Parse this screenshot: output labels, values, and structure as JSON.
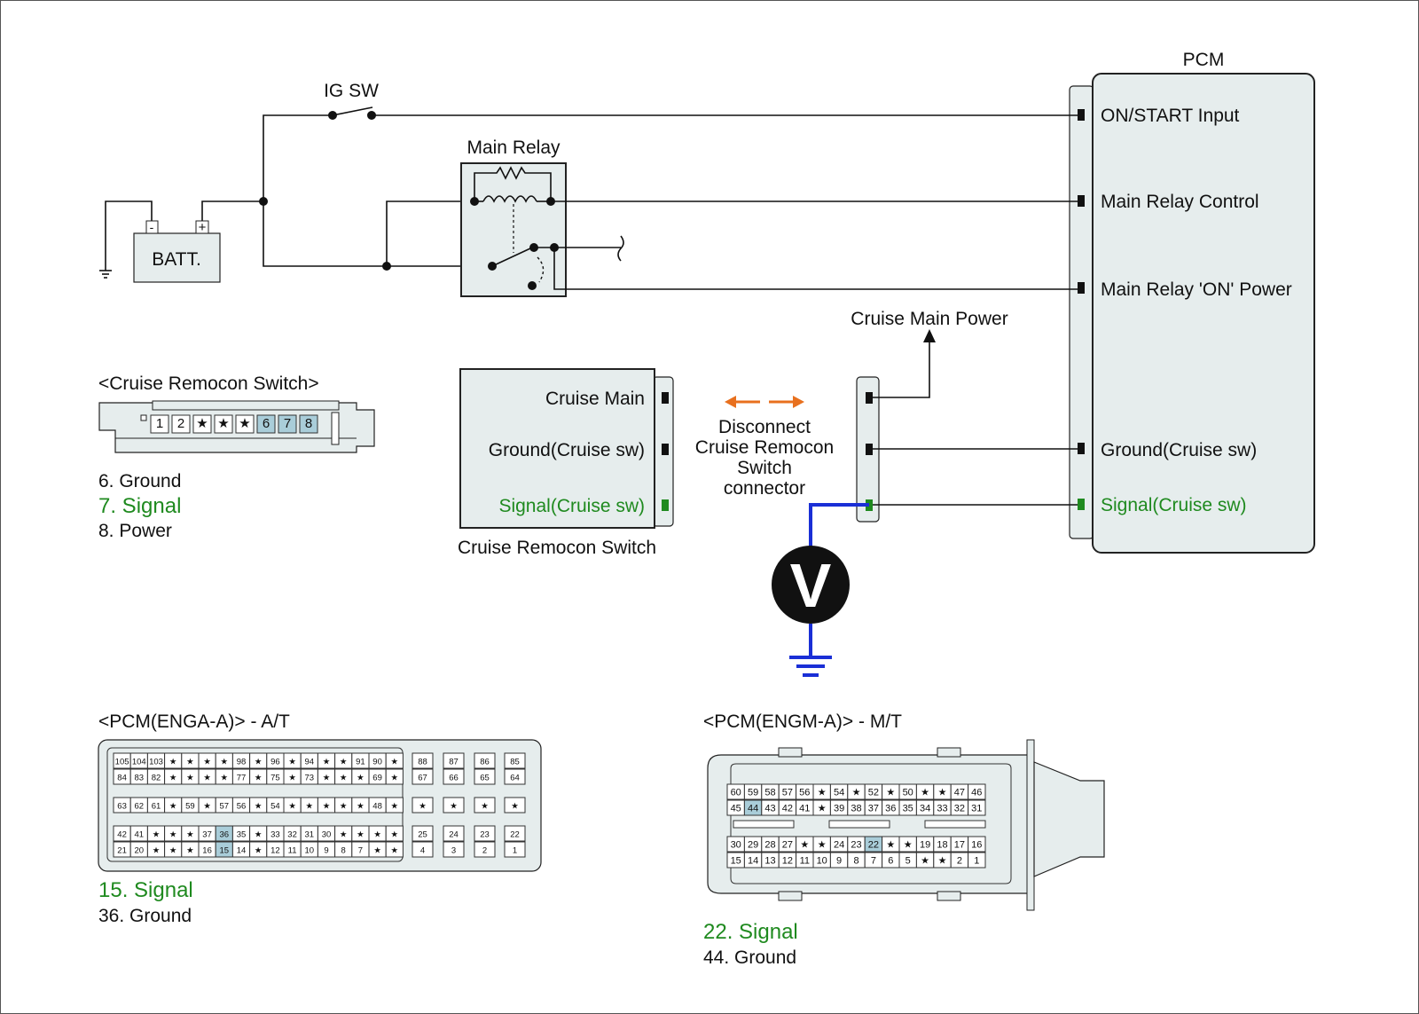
{
  "labels": {
    "pcm_title": "PCM",
    "ig_sw": "IG SW",
    "main_relay": "Main Relay",
    "batt": "BATT.",
    "batt_minus": "-",
    "batt_plus": "+",
    "pcm_on_start": "ON/START Input",
    "pcm_main_relay_control": "Main Relay Control",
    "pcm_main_relay_on_power": "Main Relay 'ON' Power",
    "pcm_ground": "Ground(Cruise sw)",
    "pcm_signal": "Signal(Cruise sw)",
    "cruise_main_power": "Cruise Main Power",
    "disconnect_line1": "Disconnect",
    "disconnect_line2": "Cruise Remocon",
    "disconnect_line3": "Switch",
    "disconnect_line4": "connector",
    "crs_cruise_main": "Cruise Main",
    "crs_ground": "Ground(Cruise sw)",
    "crs_signal": "Signal(Cruise sw)",
    "crs_caption": "Cruise Remocon Switch",
    "voltmeter": "V"
  },
  "cruise_connector": {
    "title": "<Cruise Remocon Switch>",
    "pins": [
      "1",
      "2",
      "★",
      "★",
      "★",
      "6",
      "7",
      "8"
    ],
    "highlight": [
      "6",
      "7",
      "8"
    ],
    "legend": [
      {
        "text": "6. Ground",
        "color": "black"
      },
      {
        "text": "7. Signal",
        "color": "green"
      },
      {
        "text": "8. Power",
        "color": "black"
      }
    ]
  },
  "pcm_a": {
    "title": "<PCM(ENGA-A)> - A/T",
    "row1": [
      "105",
      "104",
      "103",
      "★",
      "★",
      "★",
      "★",
      "98",
      "★",
      "96",
      "★",
      "94",
      "★",
      "★",
      "91",
      "90",
      "★"
    ],
    "row2": [
      "84",
      "83",
      "82",
      "★",
      "★",
      "★",
      "★",
      "77",
      "★",
      "75",
      "★",
      "73",
      "★",
      "★",
      "★",
      "69",
      "★"
    ],
    "row3": [
      "63",
      "62",
      "61",
      "★",
      "59",
      "★",
      "57",
      "56",
      "★",
      "54",
      "★",
      "★",
      "★",
      "★",
      "★",
      "48",
      "★"
    ],
    "row4": [
      "42",
      "41",
      "★",
      "★",
      "★",
      "37",
      "36",
      "35",
      "★",
      "33",
      "32",
      "31",
      "30",
      "★",
      "★",
      "★",
      "★"
    ],
    "row5": [
      "21",
      "20",
      "★",
      "★",
      "★",
      "16",
      "15",
      "14",
      "★",
      "12",
      "11",
      "10",
      "9",
      "8",
      "7",
      "★",
      "★"
    ],
    "side_rows": [
      [
        "88",
        "87",
        "86",
        "85"
      ],
      [
        "67",
        "66",
        "65",
        "64"
      ],
      [
        "★",
        "★",
        "★",
        "★"
      ],
      [
        "25",
        "24",
        "23",
        "22"
      ],
      [
        "4",
        "3",
        "2",
        "1"
      ]
    ],
    "highlight": [
      "36",
      "15"
    ],
    "legend": [
      {
        "text": "15. Signal",
        "color": "green"
      },
      {
        "text": "36. Ground",
        "color": "black"
      }
    ]
  },
  "pcm_m": {
    "title": "<PCM(ENGM-A)> - M/T",
    "row1": [
      "60",
      "59",
      "58",
      "57",
      "56",
      "★",
      "54",
      "★",
      "52",
      "★",
      "50",
      "★",
      "★",
      "47",
      "46"
    ],
    "row2": [
      "45",
      "44",
      "43",
      "42",
      "41",
      "★",
      "39",
      "38",
      "37",
      "36",
      "35",
      "34",
      "33",
      "32",
      "31"
    ],
    "row3": [
      "30",
      "29",
      "28",
      "27",
      "★",
      "★",
      "24",
      "23",
      "22",
      "★",
      "★",
      "19",
      "18",
      "17",
      "16"
    ],
    "row4": [
      "15",
      "14",
      "13",
      "12",
      "11",
      "10",
      "9",
      "8",
      "7",
      "6",
      "5",
      "★",
      "★",
      "2",
      "1"
    ],
    "highlight": [
      "44",
      "22"
    ],
    "legend": [
      {
        "text": "22. Signal",
        "color": "green"
      },
      {
        "text": "44. Ground",
        "color": "black"
      }
    ]
  },
  "colors": {
    "signal_green": "#1f8a1f",
    "probe_blue": "#1a2fd6",
    "arrow_orange": "#e8701e",
    "pin_highlight": "#a9cdd9",
    "box_fill": "#e6eded"
  }
}
